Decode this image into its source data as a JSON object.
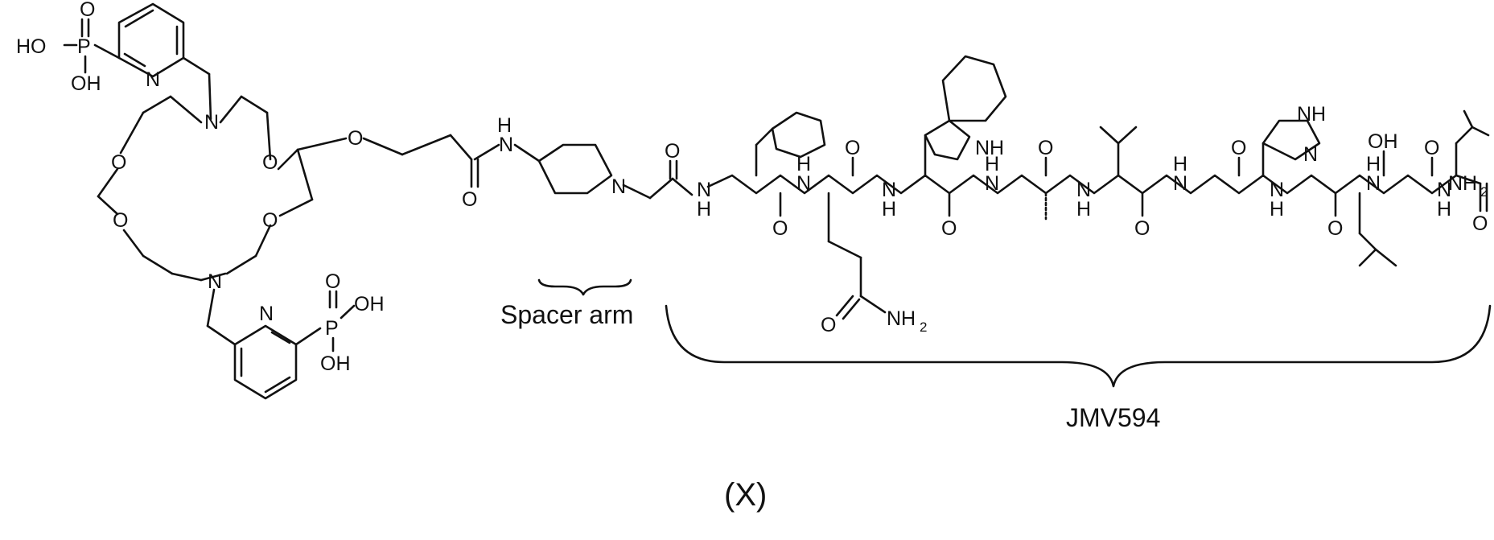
{
  "molecule_name": "(X)",
  "labels": {
    "spacer": "Spacer arm",
    "peptide": "JMV594",
    "caption": "(X)"
  },
  "atoms": {
    "ho": "HO",
    "oh": "OH",
    "o": "O",
    "p": "P",
    "n": "N",
    "nh": "NH",
    "h": "H",
    "nh2": "NH",
    "sub2": "2"
  },
  "colors": {
    "ink": "#111111",
    "background": "#ffffff"
  }
}
